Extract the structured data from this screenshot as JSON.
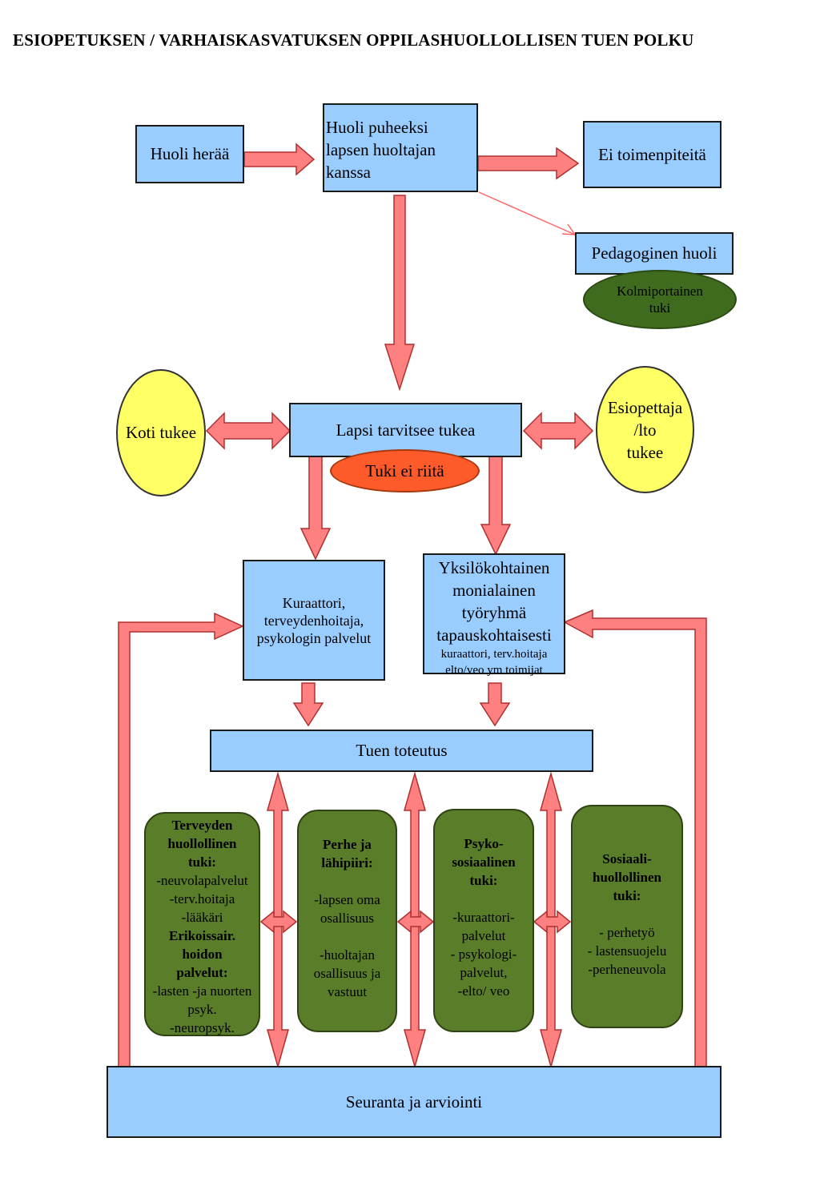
{
  "title": "ESIOPETUKSEN / VARHAISKASVATUKSEN OPPILASHUOLLOLLISEN TUEN POLKU",
  "nodes": {
    "huoli_heraa": "Huoli herää",
    "huoli_puheeksi": "Huoli puheeksi\nlapsen huoltajan\n kanssa",
    "ei_toimenpiteita": "Ei toimenpiteitä",
    "pedagoginen_huoli": "Pedagoginen huoli",
    "kolmiportainen": "Kolmiportainen\ntuki",
    "koti_tukee": "Koti tukee",
    "lapsi_tarvitsee": "Lapsi tarvitsee tukea",
    "esiopettaja": "Esiopettaja\n/lto\n tukee",
    "tuki_ei_riita": "Tuki ei riitä",
    "kuraattori": "Kuraattori,\nterveydenhoitaja,\npsykologin palvelut",
    "yksilo_main": "Yksilökohtainen\nmonialainen\ntyöryhmä\ntapauskohtaisesti",
    "yksilo_sub": "kuraattori, terv.hoitaja\nelto/veo ym toimijat",
    "tuen_toteutus": "Tuen toteutus",
    "seuranta": "Seuranta ja arviointi"
  },
  "supports": {
    "terveys": {
      "heading": "Terveyden\nhuollollinen\ntuki:",
      "items": "-neuvolapalvelut\n-terv.hoitaja\n-lääkäri",
      "heading2": "Erikoissair.\nhoidon\npalvelut:",
      "items2": "-lasten -ja nuorten\npsyk.\n-neuropsyk."
    },
    "perhe": {
      "heading": "Perhe ja\nlähipiiri:",
      "items": "-lapsen oma\nosallisuus\n\n-huoltajan\nosallisuus ja\nvastuut"
    },
    "psyko": {
      "heading": "Psyko-\nsosiaalinen\ntuki:",
      "items": "-kuraattori-\npalvelut\n- psykologi-\npalvelut,\n-elto/ veo"
    },
    "sosiaali": {
      "heading": "Sosiaali-\nhuollollinen\ntuki:",
      "items": "- perhetyö\n- lastensuojelu\n-perheneuvola"
    }
  },
  "colors": {
    "box_fill": "#99ccff",
    "arrow_fill": "#ff8080",
    "arrow_stroke": "#b03030",
    "yellow_oval": "#ffff66",
    "green_oval": "#3f6b1f",
    "red_oval": "#ff5a2a",
    "green_box": "#5a7d2a"
  }
}
